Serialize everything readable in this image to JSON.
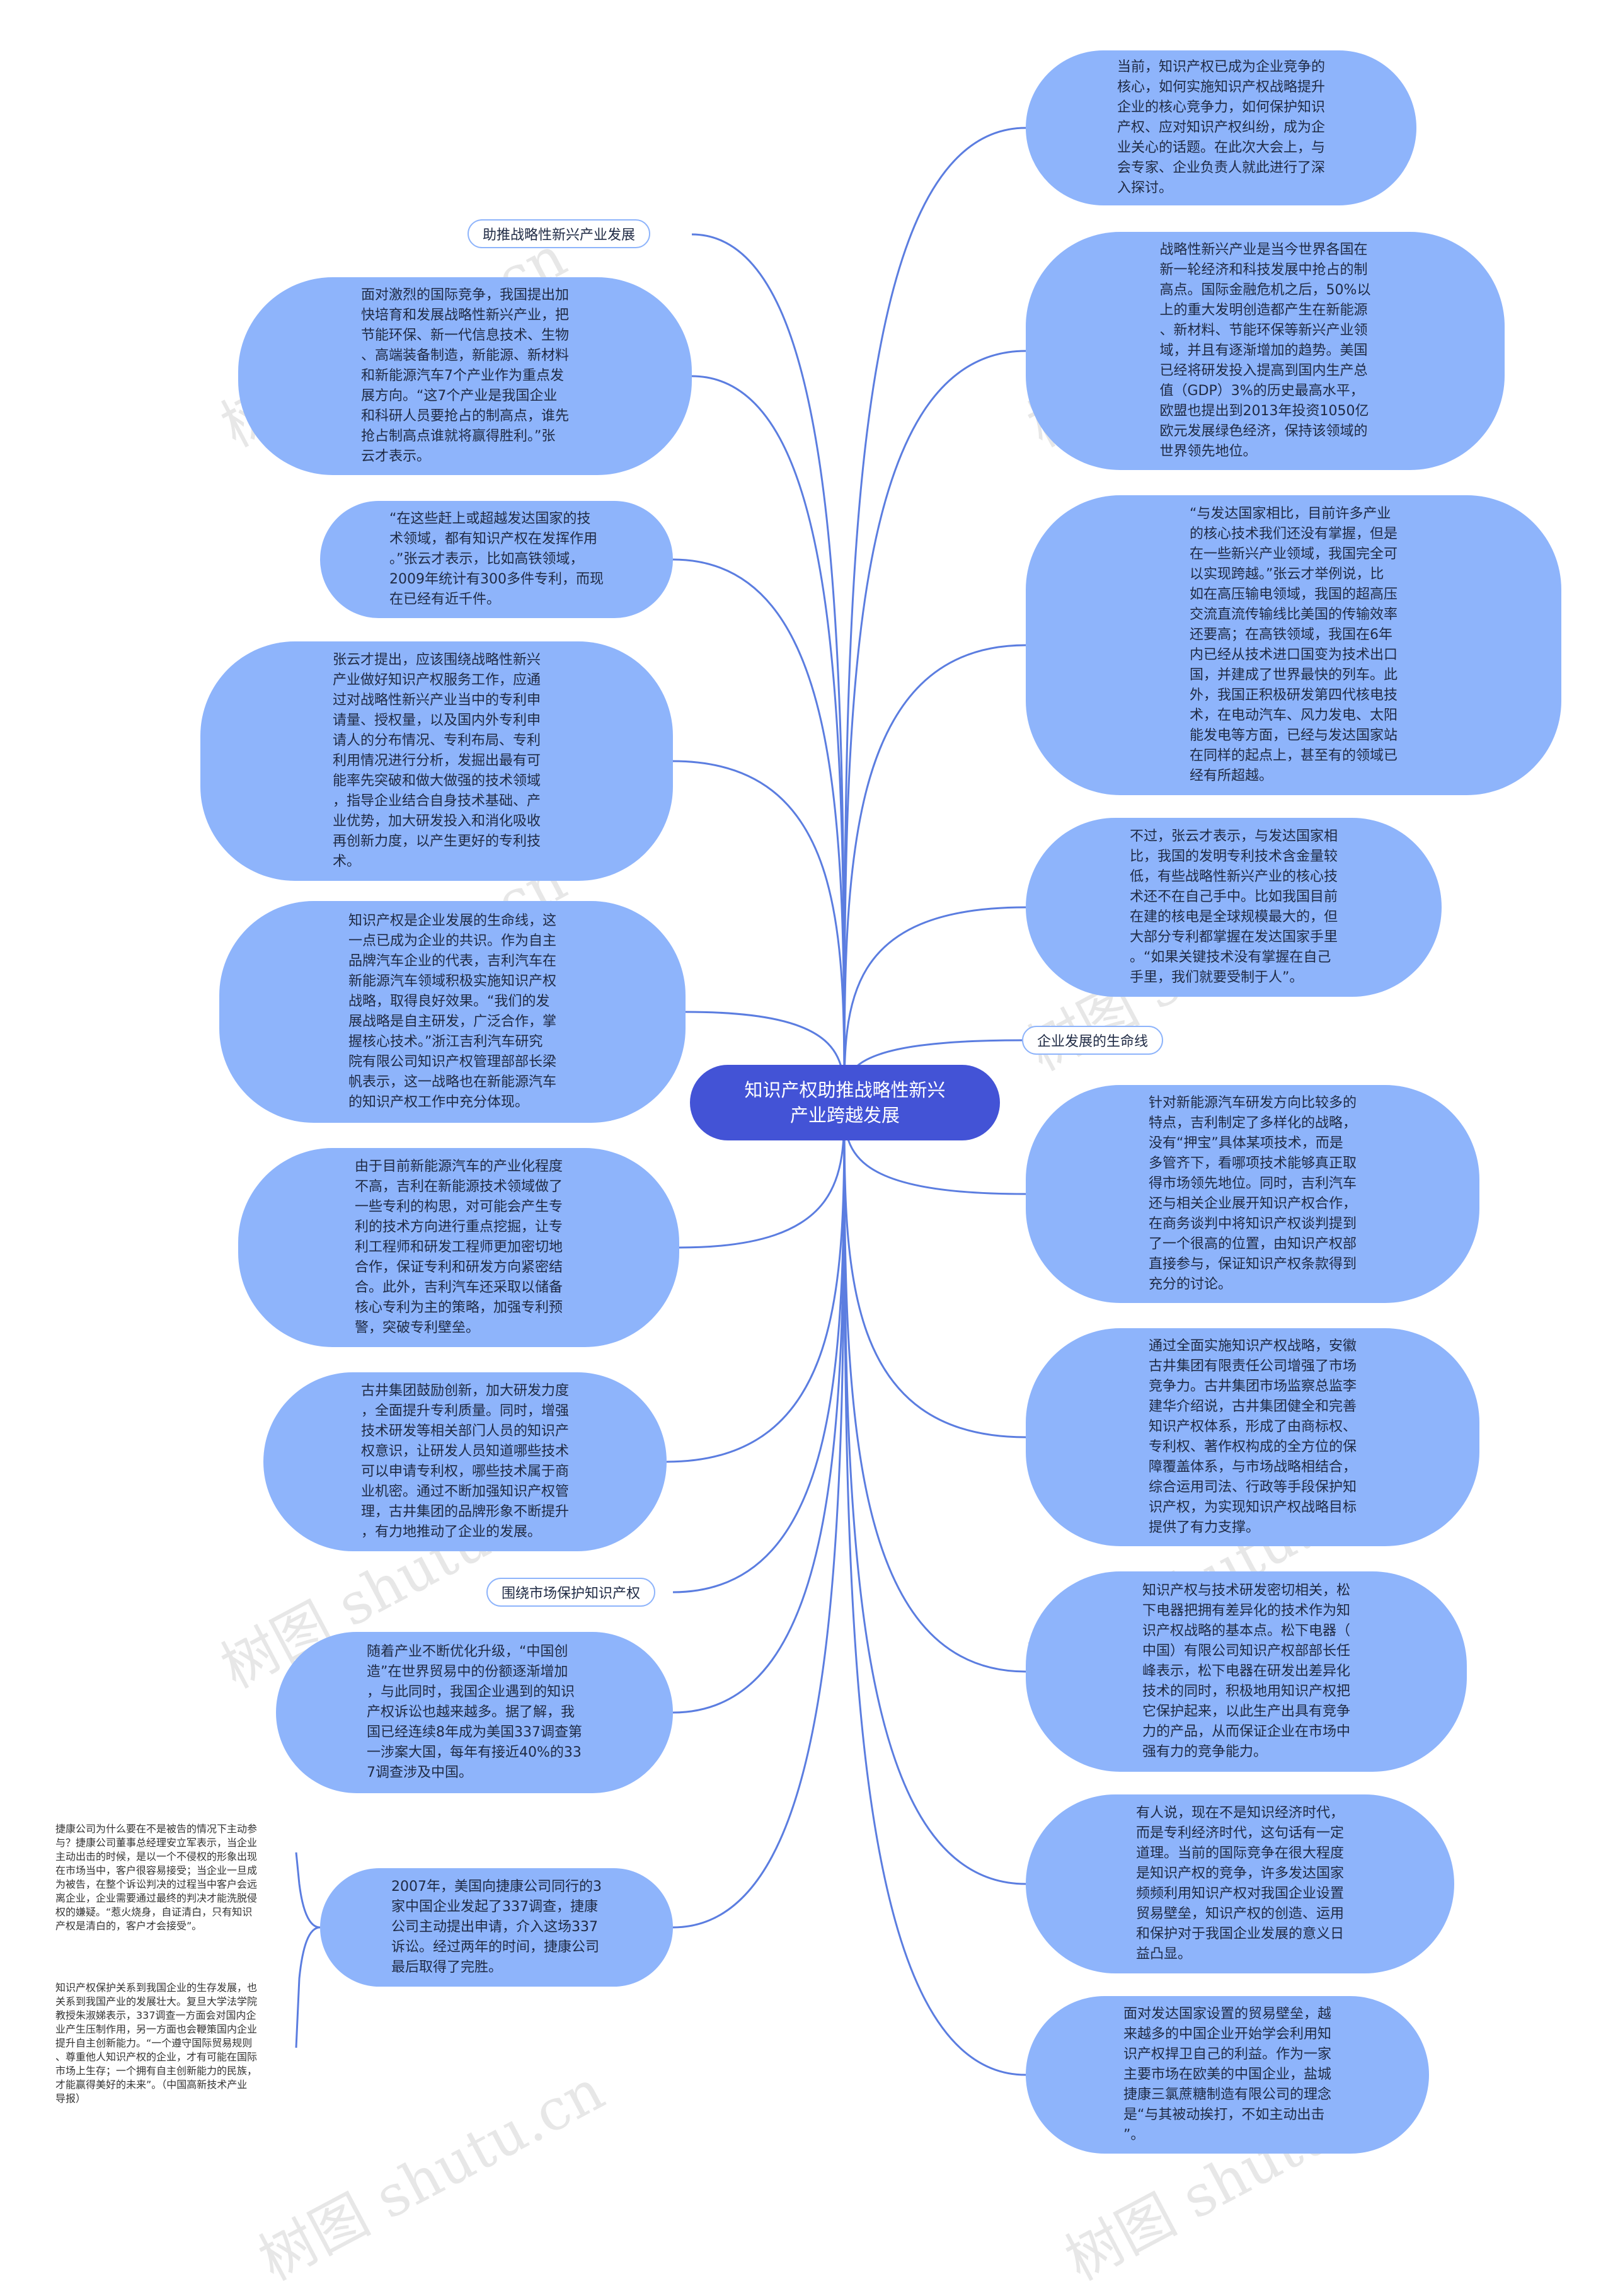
{
  "center": {
    "text": "知识产权助推战略性新兴\n产业跨越发展"
  },
  "labels": {
    "l1": "助推战略性新兴产业发展",
    "l2": "企业发展的生命线",
    "l3": "围绕市场保护知识产权"
  },
  "left_nodes": [
    {
      "text": "面对激烈的国际竞争，我国提出加\n快培育和发展战略性新兴产业，把\n节能环保、新一代信息技术、生物\n、高端装备制造，新能源、新材料\n和新能源汽车7个产业作为重点发\n展方向。“这7个产业是我国企业\n和科研人员要抢占的制高点，谁先\n抢占制高点谁就将赢得胜利。”张\n云才表示。"
    },
    {
      "text": "“在这些赶上或超越发达国家的技\n术领域，都有知识产权在发挥作用\n。”张云才表示，比如高铁领域，\n2009年统计有300多件专利，而现\n在已经有近千件。"
    },
    {
      "text": "张云才提出，应该围绕战略性新兴\n产业做好知识产权服务工作，应通\n过对战略性新兴产业当中的专利申\n请量、授权量，以及国内外专利申\n请人的分布情况、专利布局、专利\n利用情况进行分析，发掘出最有可\n能率先突破和做大做强的技术领域\n，指导企业结合自身技术基础、产\n业优势，加大研发投入和消化吸收\n再创新力度，以产生更好的专利技\n术。"
    },
    {
      "text": "知识产权是企业发展的生命线，这\n一点已成为企业的共识。作为自主\n品牌汽车企业的代表，吉利汽车在\n新能源汽车领域积极实施知识产权\n战略，取得良好效果。“我们的发\n展战略是自主研发，广泛合作，掌\n握核心技术。”浙江吉利汽车研究\n院有限公司知识产权管理部部长梁\n帆表示，这一战略也在新能源汽车\n的知识产权工作中充分体现。"
    },
    {
      "text": "由于目前新能源汽车的产业化程度\n不高，吉利在新能源技术领域做了\n一些专利的构思，对可能会产生专\n利的技术方向进行重点挖掘，让专\n利工程师和研发工程师更加密切地\n合作，保证专利和研发方向紧密结\n合。此外，吉利汽车还采取以储备\n核心专利为主的策略，加强专利预\n警，突破专利壁垒。"
    },
    {
      "text": "古井集团鼓励创新，加大研发力度\n，全面提升专利质量。同时，增强\n技术研发等相关部门人员的知识产\n权意识，让研发人员知道哪些技术\n可以申请专利权，哪些技术属于商\n业机密。通过不断加强知识产权管\n理，古井集团的品牌形象不断提升\n，有力地推动了企业的发展。"
    },
    {
      "text": "随着产业不断优化升级，“中国创\n造”在世界贸易中的份额逐渐增加\n，与此同时，我国企业遇到的知识\n产权诉讼也越来越多。据了解，我\n国已经连续8年成为美国337调查第\n一涉案大国，每年有接近40%的33\n7调查涉及中国。"
    },
    {
      "text": "2007年，美国向捷康公司同行的3\n家中国企业发起了337调查，捷康\n公司主动提出申请，介入这场337\n诉讼。经过两年的时间，捷康公司\n最后取得了完胜。"
    }
  ],
  "right_nodes": [
    {
      "text": "当前，知识产权已成为企业竞争的\n核心，如何实施知识产权战略提升\n企业的核心竞争力，如何保护知识\n产权、应对知识产权纠纷，成为企\n业关心的话题。在此次大会上，与\n会专家、企业负责人就此进行了深\n入探讨。"
    },
    {
      "text": "战略性新兴产业是当今世界各国在\n新一轮经济和科技发展中抢占的制\n高点。国际金融危机之后，50%以\n上的重大发明创造都产生在新能源\n、新材料、节能环保等新兴产业领\n域，并且有逐渐增加的趋势。美国\n已经将研发投入提高到国内生产总\n值（GDP）3%的历史最高水平，\n欧盟也提出到2013年投资1050亿\n欧元发展绿色经济，保持该领域的\n世界领先地位。"
    },
    {
      "text": "“与发达国家相比，目前许多产业\n的核心技术我们还没有掌握，但是\n在一些新兴产业领域，我国完全可\n以实现跨越。”张云才举例说，比\n如在高压输电领域，我国的超高压\n交流直流传输线比美国的传输效率\n还要高；在高铁领域，我国在6年\n内已经从技术进口国变为技术出口\n国，并建成了世界最快的列车。此\n外，我国正积极研发第四代核电技\n术，在电动汽车、风力发电、太阳\n能发电等方面，已经与发达国家站\n在同样的起点上，甚至有的领域已\n经有所超越。"
    },
    {
      "text": "不过，张云才表示，与发达国家相\n比，我国的发明专利技术含金量较\n低，有些战略性新兴产业的核心技\n术还不在自己手中。比如我国目前\n在建的核电是全球规模最大的，但\n大部分专利都掌握在发达国家手里\n。“如果关键技术没有掌握在自己\n手里，我们就要受制于人”。"
    },
    {
      "text": "针对新能源汽车研发方向比较多的\n特点，吉利制定了多样化的战略，\n没有“押宝”具体某项技术，而是\n多管齐下，看哪项技术能够真正取\n得市场领先地位。同时，吉利汽车\n还与相关企业展开知识产权合作，\n在商务谈判中将知识产权谈判提到\n了一个很高的位置，由知识产权部\n直接参与，保证知识产权条款得到\n充分的讨论。"
    },
    {
      "text": "通过全面实施知识产权战略，安徽\n古井集团有限责任公司增强了市场\n竞争力。古井集团市场监察总监李\n建华介绍说，古井集团健全和完善\n知识产权体系，形成了由商标权、\n专利权、著作权构成的全方位的保\n障覆盖体系，与市场战略相结合，\n综合运用司法、行政等手段保护知\n识产权，为实现知识产权战略目标\n提供了有力支撑。"
    },
    {
      "text": "知识产权与技术研发密切相关，松\n下电器把拥有差异化的技术作为知\n识产权战略的基本点。松下电器（\n中国）有限公司知识产权部部长任\n峰表示，松下电器在研发出差异化\n技术的同时，积极地用知识产权把\n它保护起来，以此生产出具有竞争\n力的产品，从而保证企业在市场中\n强有力的竞争能力。"
    },
    {
      "text": "有人说，现在不是知识经济时代，\n而是专利经济时代，这句话有一定\n道理。当前的国际竞争在很大程度\n是知识产权的竞争，许多发达国家\n频频利用知识产权对我国企业设置\n贸易壁垒，知识产权的创造、运用\n和保护对于我国企业发展的意义日\n益凸显。"
    },
    {
      "text": "面对发达国家设置的贸易壁垒，越\n来越多的中国企业开始学会利用知\n识产权捍卫自己的利益。作为一家\n主要市场在欧美的中国企业，盐城\n捷康三氯蔗糖制造有限公司的理念\n是“与其被动挨打，不如主动出击\n”。"
    }
  ],
  "notes": [
    {
      "text": "捷康公司为什么要在不是被告的情况下主动参\n与？捷康公司董事总经理安立军表示，当企业\n主动出击的时候，是以一个不侵权的形象出现\n在市场当中，客户很容易接受；当企业一旦成\n为被告，在整个诉讼判决的过程当中客户会远\n离企业，企业需要通过最终的判决才能洗脱侵\n权的嫌疑。“惹火烧身，自证清白，只有知识\n产权是清白的，客户才会接受”。"
    },
    {
      "text": "知识产权保护关系到我国企业的生存发展，也\n关系到我国产业的发展壮大。复旦大学法学院\n教授朱淑娣表示，337调查一方面会对国内企\n业产生压制作用，另一方面也会鞭策国内企业\n提升自主创新能力。“一个遵守国际贸易规则\n、尊重他人知识产权的企业，才有可能在国际\n市场上生存；一个拥有自主创新能力的民族，\n才能赢得美好的未来”。（中国高新技术产业\n导报）"
    }
  ],
  "watermark": "树图 shutu.cn",
  "colors": {
    "node": "#8eb4fb",
    "center": "#4353d6",
    "link": "#5b7de0"
  }
}
